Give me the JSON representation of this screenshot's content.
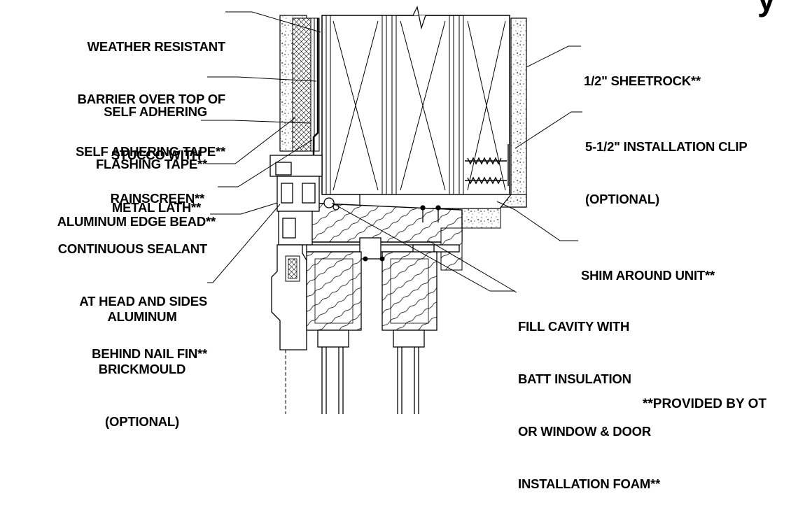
{
  "title_fragment": "y",
  "labels": {
    "weather_barrier": [
      "WEATHER RESISTANT",
      "BARRIER OVER TOP OF",
      "SELF ADHERING TAPE**"
    ],
    "flashing_tape": [
      "SELF ADHERING",
      "FLASHING TAPE**"
    ],
    "stucco": [
      "STUCCO WITH",
      "METAL LATH**"
    ],
    "rainscreen": [
      "RAINSCREEN**"
    ],
    "edge_bead": [
      "ALUMINUM EDGE BEAD**"
    ],
    "sealant": [
      "CONTINUOUS SEALANT",
      "AT HEAD AND SIDES",
      "BEHIND NAIL FIN**"
    ],
    "brickmould": [
      "ALUMINUM",
      "BRICKMOULD",
      "(OPTIONAL)"
    ],
    "sheetrock": [
      "1/2\" SHEETROCK**"
    ],
    "install_clip": [
      "5-1/2\" INSTALLATION CLIP",
      "(OPTIONAL)"
    ],
    "shim": [
      "SHIM AROUND UNIT**"
    ],
    "fill_cavity": [
      "FILL CAVITY WITH",
      "BATT INSULATION",
      "OR WINDOW & DOOR",
      "INSTALLATION FOAM**"
    ]
  },
  "footnote": "**PROVIDED BY OT"
}
